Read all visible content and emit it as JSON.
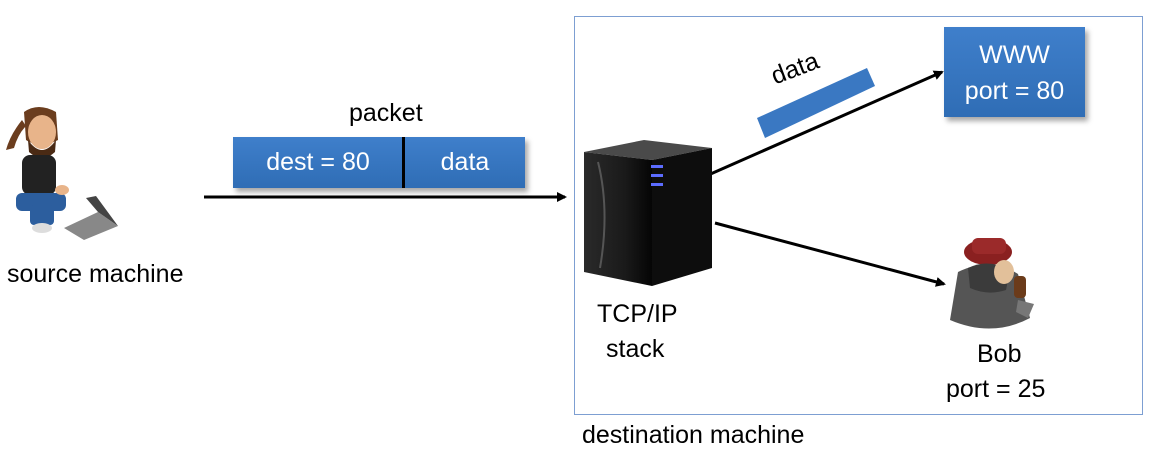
{
  "source": {
    "label": "source machine"
  },
  "packet": {
    "label": "packet",
    "dest": "dest = 80",
    "data": "data"
  },
  "destination": {
    "label": "destination machine"
  },
  "stack": {
    "line1": "TCP/IP",
    "line2": "stack"
  },
  "data_slip": {
    "label": "data"
  },
  "www": {
    "line1": "WWW",
    "line2": "port = 80"
  },
  "bob": {
    "line1": "Bob",
    "line2": "port = 25"
  },
  "colors": {
    "box_blue": "#3a78c2",
    "frame_border": "#7d9fd2",
    "arrow": "#000000"
  },
  "icons": [
    "hacker-with-laptop-icon",
    "server-tower-icon",
    "hooded-person-icon"
  ]
}
